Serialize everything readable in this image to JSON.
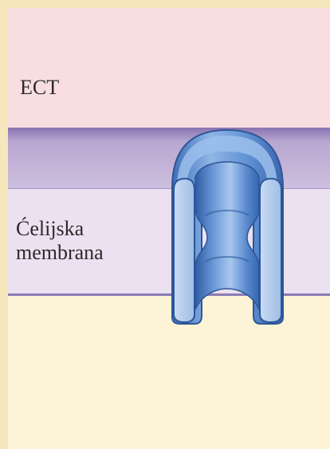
{
  "labels": {
    "ect": "ECT",
    "membrane_line1": "Ćelijska",
    "membrane_line2": "membrana"
  },
  "colors": {
    "extracellular": "#f8dde1",
    "membrane": "#ebe1f0",
    "membrane_edge": "#8a73b2",
    "cytoplasm": "#fdf3d6",
    "channel_protein": "#5b8fd0"
  }
}
